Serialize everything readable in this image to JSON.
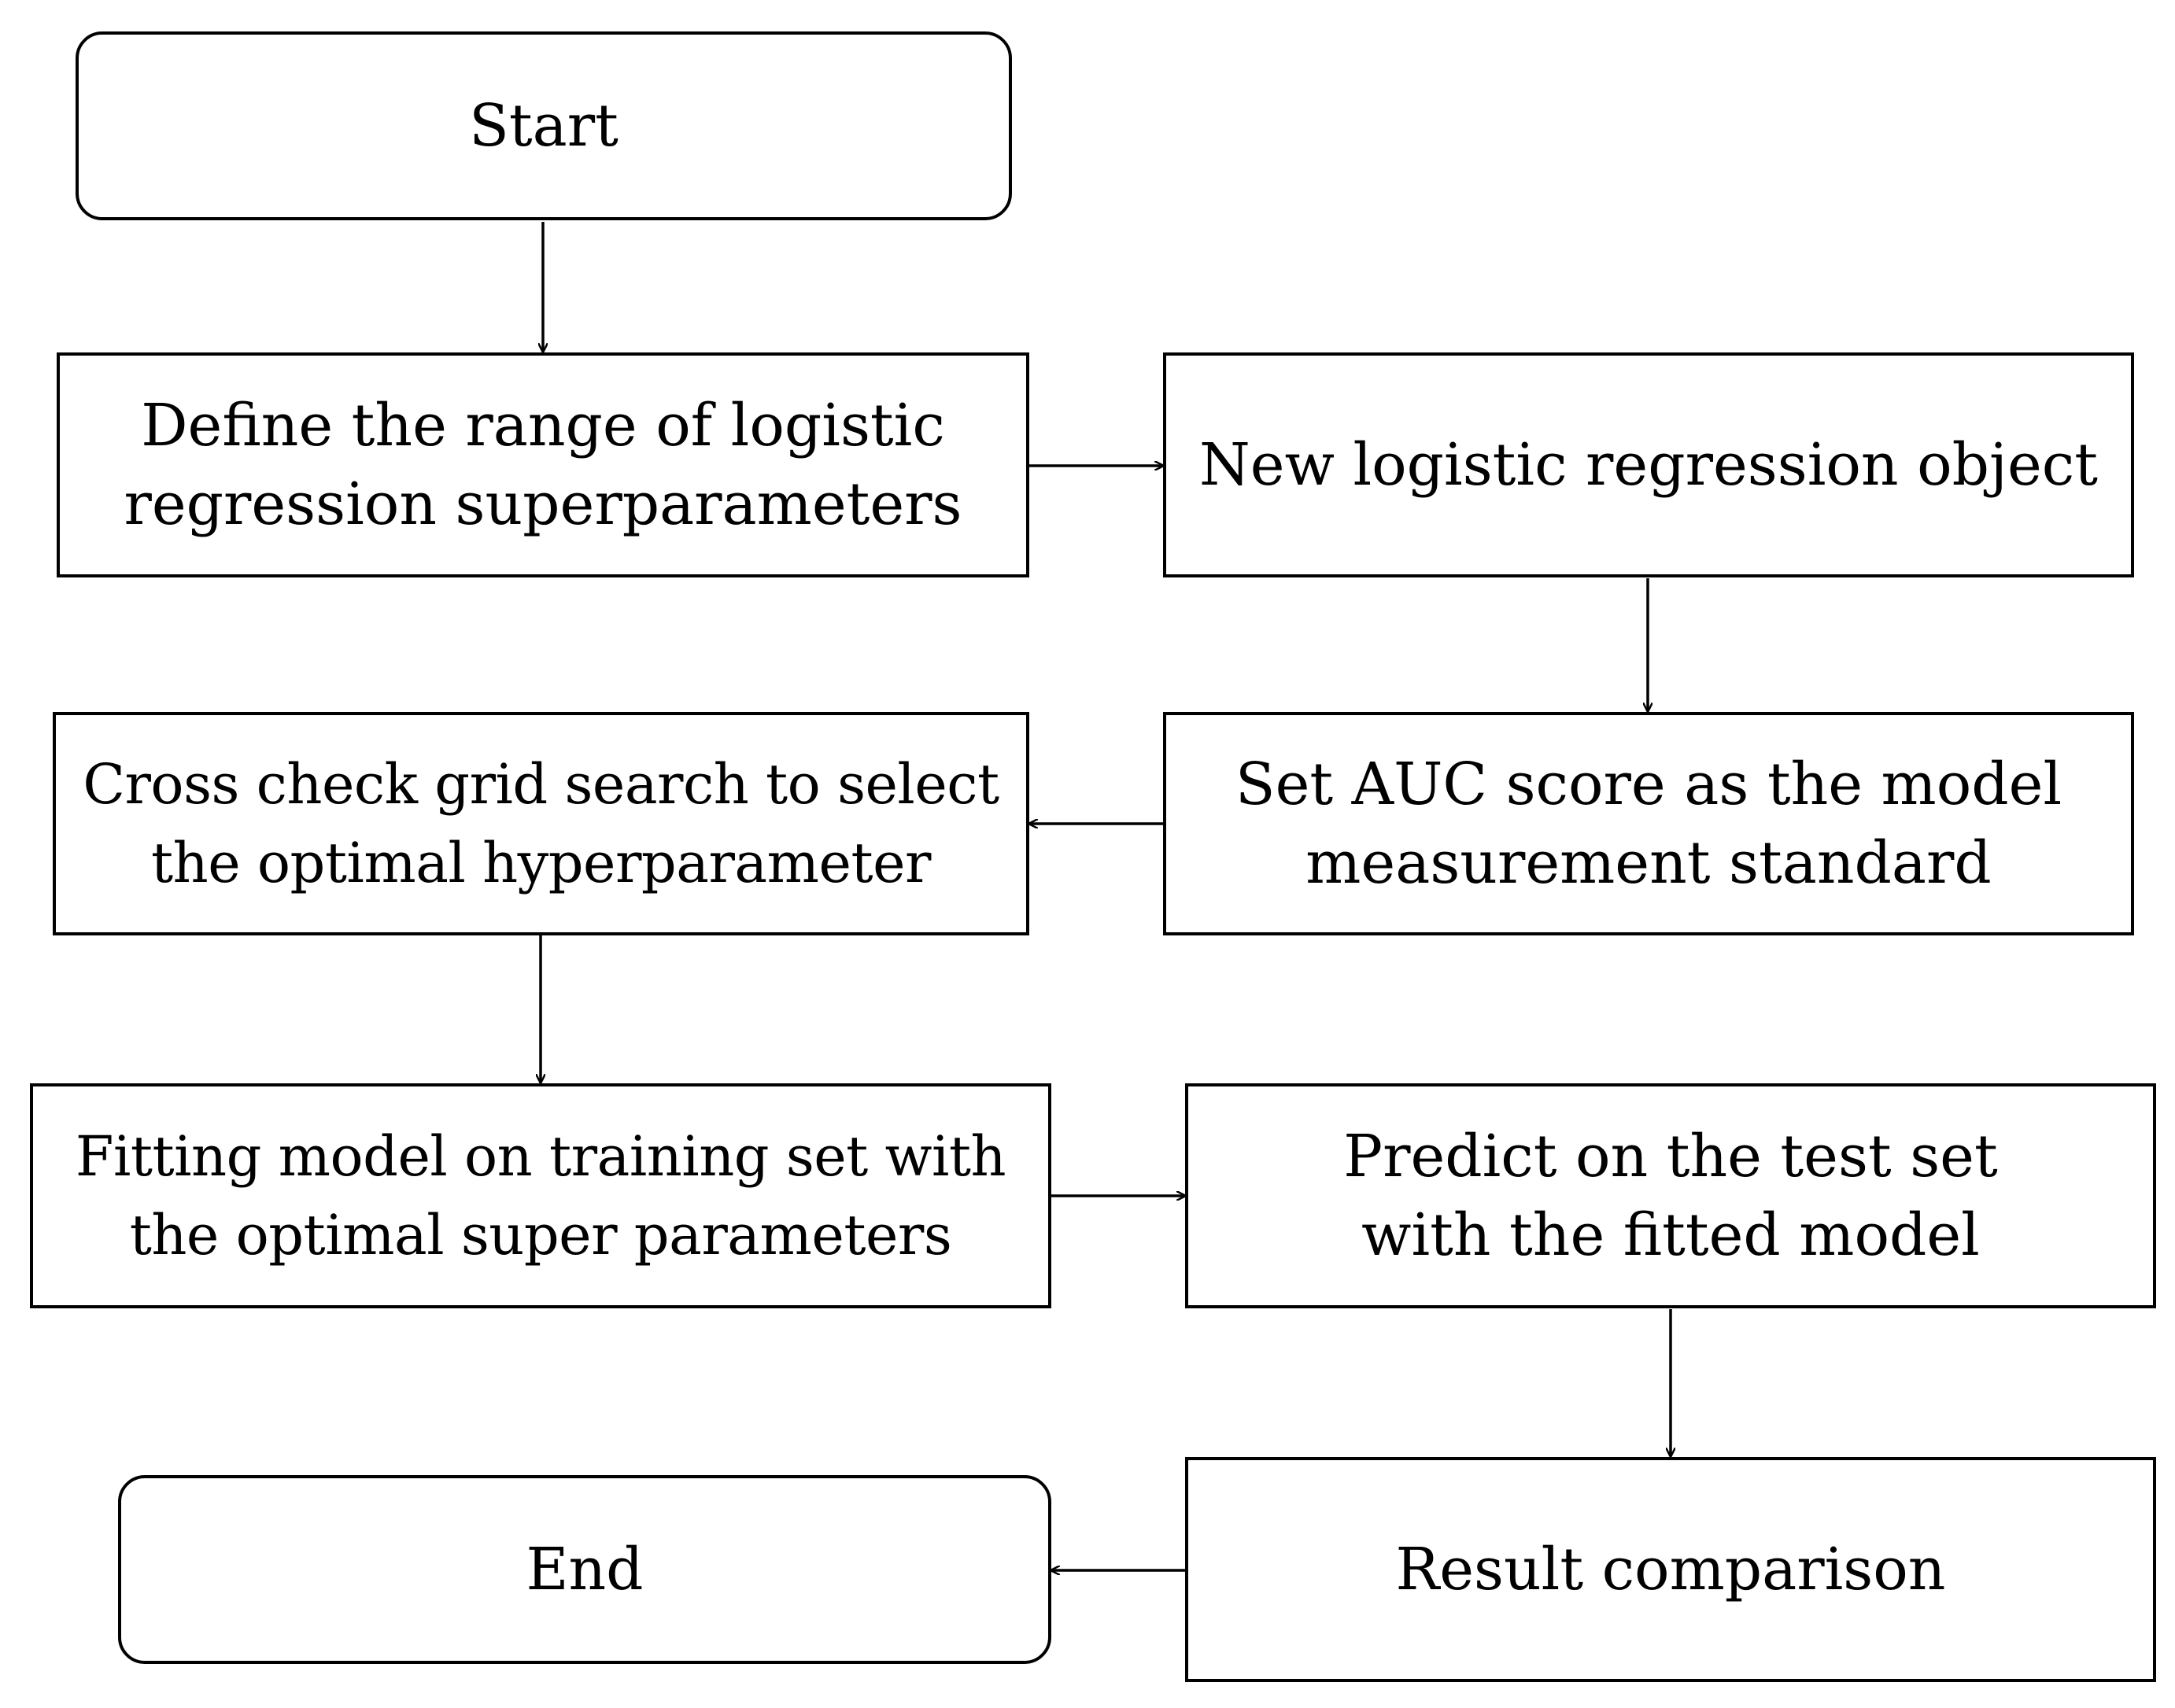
{
  "diagram": {
    "nodes": [
      {
        "id": "start",
        "shape": "rounded",
        "label": "Start"
      },
      {
        "id": "define-range",
        "shape": "rect",
        "label": "Define the range of logistic\nregression superparameters"
      },
      {
        "id": "new-object",
        "shape": "rect",
        "label": "New logistic regression object"
      },
      {
        "id": "set-auc",
        "shape": "rect",
        "label": "Set AUC score as the model\nmeasurement standard"
      },
      {
        "id": "grid-search",
        "shape": "rect",
        "label": "Cross check grid search to select\nthe optimal hyperparameter"
      },
      {
        "id": "fit-model",
        "shape": "rect",
        "label": "Fitting model on training set with\nthe optimal super parameters"
      },
      {
        "id": "predict",
        "shape": "rect",
        "label": "Predict on the test set\nwith the fitted model"
      },
      {
        "id": "result",
        "shape": "rect",
        "label": "Result comparison"
      },
      {
        "id": "end",
        "shape": "rounded",
        "label": "End"
      }
    ],
    "edges": [
      {
        "from": "start",
        "to": "define-range"
      },
      {
        "from": "define-range",
        "to": "new-object"
      },
      {
        "from": "new-object",
        "to": "set-auc"
      },
      {
        "from": "set-auc",
        "to": "grid-search"
      },
      {
        "from": "grid-search",
        "to": "fit-model"
      },
      {
        "from": "fit-model",
        "to": "predict"
      },
      {
        "from": "predict",
        "to": "result"
      },
      {
        "from": "result",
        "to": "end"
      }
    ],
    "colors": {
      "stroke": "#000000",
      "fill": "#ffffff",
      "text": "#000000"
    }
  }
}
